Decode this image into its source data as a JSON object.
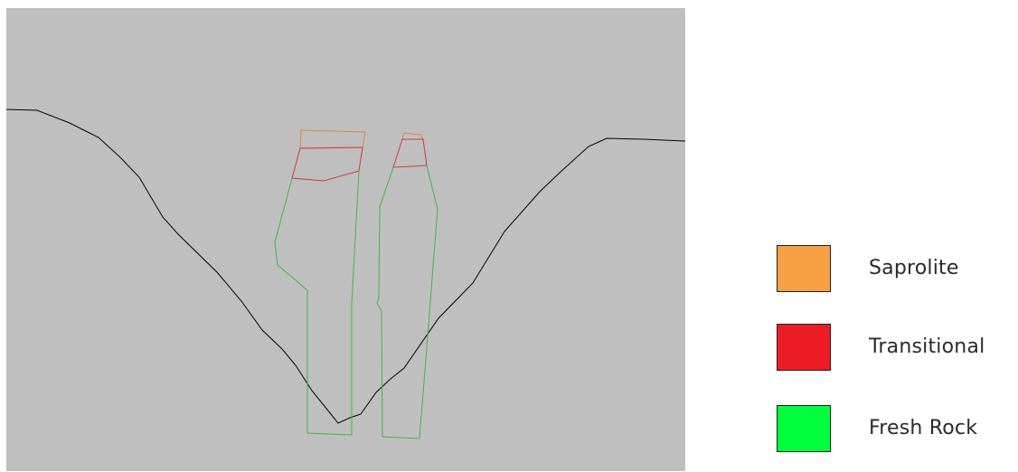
{
  "colors": {
    "background": "#bfbfbf",
    "terrain": "#000000",
    "saprolite": "#f7a044",
    "transitional": "#ec1c24",
    "fresh_rock": "#00ff3c",
    "saprolite_outline": "#d98a3a",
    "transitional_outline": "#d23a3a",
    "fresh_rock_outline": "#3fb83f"
  },
  "legend": [
    {
      "label": "Saprolite",
      "color": "#f7a044",
      "icon": "saprolite-swatch"
    },
    {
      "label": "Transitional",
      "color": "#ec1c24",
      "icon": "transitional-swatch"
    },
    {
      "label": "Fresh Rock",
      "color": "#00ff3c",
      "icon": "fresh-rock-swatch"
    }
  ]
}
